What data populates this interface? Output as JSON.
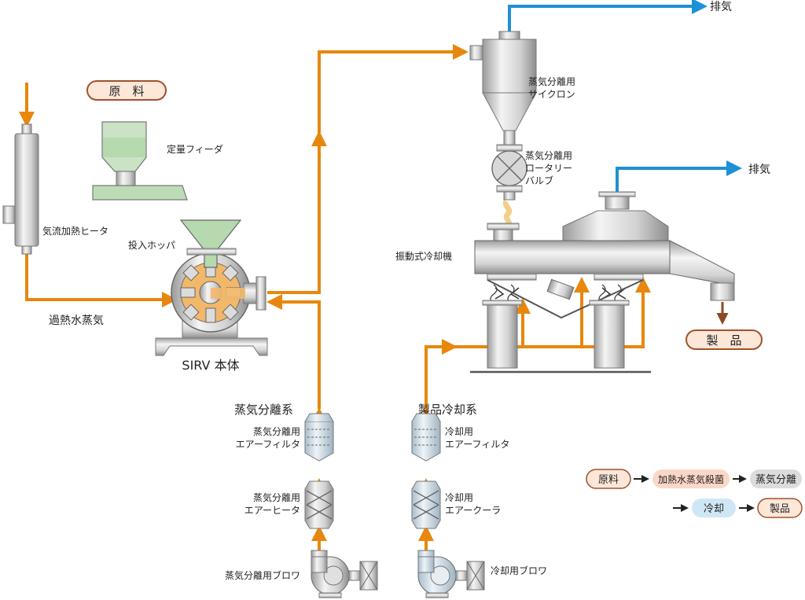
{
  "colors": {
    "steam_line": "#e8870e",
    "exhaust_line": "#1e90d6",
    "product_out": "#8b4a22",
    "pill_raw_fill": "#fde7d8",
    "pill_raw_stroke": "#a0522d",
    "pill_steril_fill": "#fbd7c8",
    "pill_separate_fill": "#dcdcdc",
    "pill_cool_fill": "#cfe6f5",
    "material_green": "#b6d9b0",
    "material_orange": "#f2b86a"
  },
  "labels": {
    "raw_material": "原　料",
    "feeder": "定量フィーダ",
    "air_heater": "気流加熱ヒータ",
    "superheated_steam": "過熱水蒸気",
    "hopper": "投入ホッパ",
    "sirv_body": "SIRV 本体",
    "cyclone_1": "蒸気分離用",
    "cyclone_2": "サイクロン",
    "rotary_1": "蒸気分離用",
    "rotary_2": "ロータリー",
    "rotary_3": "バルブ",
    "exhaust_top": "排気",
    "exhaust_right": "排気",
    "cooler_machine": "振動式冷却機",
    "product": "製　品",
    "steam_sep_system": "蒸気分離系",
    "steam_filter_1": "蒸気分離用",
    "steam_filter_2": "エアーフィルタ",
    "steam_heater_1": "蒸気分離用",
    "steam_heater_2": "エアーヒータ",
    "steam_blower": "蒸気分離用ブロワ",
    "cooling_system": "製品冷却系",
    "cool_filter_1": "冷却用",
    "cool_filter_2": "エアーフィルタ",
    "cool_cooler_1": "冷却用",
    "cool_cooler_2": "エアークーラ",
    "cool_blower": "冷却用ブロワ"
  },
  "legend": {
    "steps": [
      "原料",
      "加熱水蒸気殺菌",
      "蒸気分離",
      "冷却",
      "製品"
    ]
  }
}
